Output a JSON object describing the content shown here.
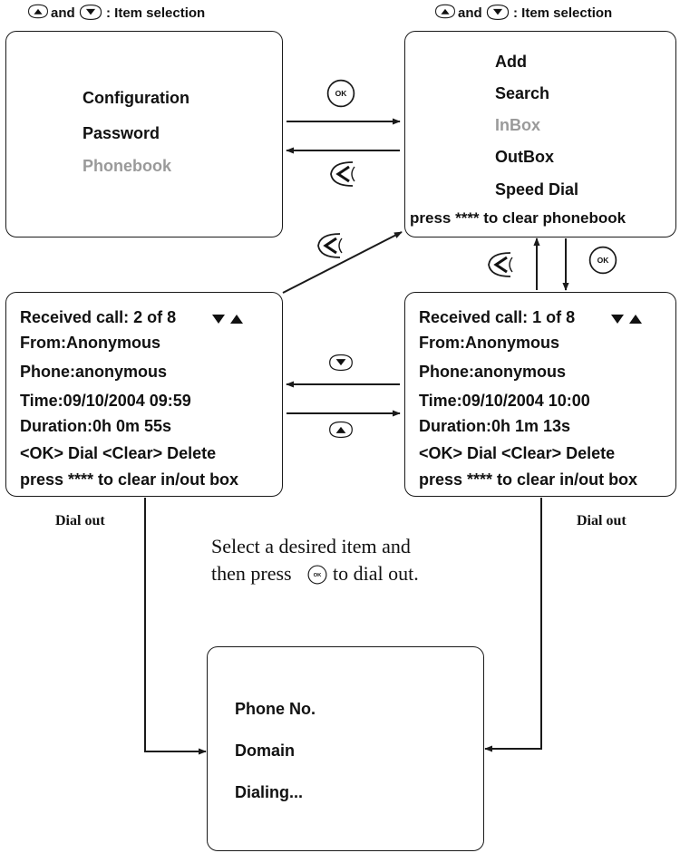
{
  "header": {
    "left": {
      "separator": "and",
      "caption": ": Item selection",
      "icons": [
        "up-arrow-button-icon",
        "down-arrow-button-icon"
      ]
    },
    "right": {
      "separator": "and",
      "caption": ": Item selection",
      "icons": [
        "up-arrow-button-icon",
        "down-arrow-button-icon"
      ]
    }
  },
  "main_menu": {
    "items": [
      "Configuration",
      "Password",
      "Phonebook"
    ],
    "highlighted": "Phonebook"
  },
  "phonebook_menu": {
    "items": [
      "Add",
      "Search",
      "InBox",
      "OutBox",
      "Speed Dial"
    ],
    "highlighted": "InBox",
    "footer": "press **** to clear phonebook"
  },
  "record_left": {
    "title": "Received call: 2 of 8",
    "from": "From:Anonymous",
    "phone": "Phone:anonymous",
    "time": "Time:09/10/2004 09:59",
    "duration": "Duration:0h 0m 55s",
    "actions": "<OK> Dial <Clear> Delete",
    "footer": "press **** to clear in/out box"
  },
  "record_right": {
    "title": "Received call: 1 of 8",
    "from": "From:Anonymous",
    "phone": "Phone:anonymous",
    "time": "Time:09/10/2004 10:00",
    "duration": "Duration:0h 1m 13s",
    "actions": "<OK> Dial <Clear> Delete",
    "footer": "press **** to clear in/out box"
  },
  "labels": {
    "dial_out_left": "Dial out",
    "dial_out_right": "Dial out",
    "instruction_line1": "Select a desired item and",
    "instruction_line2_prefix": "then press",
    "instruction_line2_suffix": "to dial out."
  },
  "dialing_screen": {
    "items": [
      "Phone No.",
      "Domain",
      "Dialing..."
    ]
  },
  "buttons": {
    "ok": "OK"
  },
  "colors": {
    "text": "#111111",
    "highlight": "#9a9a9a",
    "line": "#1a1a1a"
  }
}
